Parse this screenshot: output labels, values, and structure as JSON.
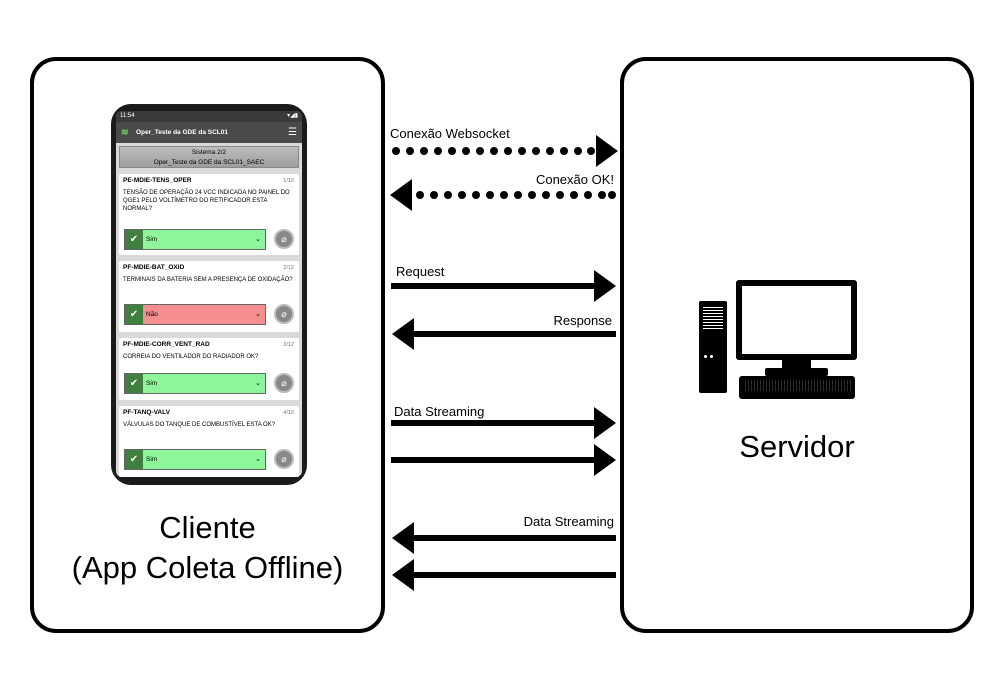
{
  "client": {
    "label_line1": "Cliente",
    "label_line2": "(App Coleta Offline)"
  },
  "server": {
    "label": "Servidor",
    "icon": "desktop-computer-icon"
  },
  "arrows": {
    "websocket": "Conexão Websocket",
    "connection_ok": "Conexão OK!",
    "request": "Request",
    "response": "Response",
    "streaming_to_server": "Data Streaming",
    "streaming_to_client": "Data Streaming"
  },
  "phone": {
    "time": "11:54",
    "app_title": "Oper_Teste da GDE da SCL01",
    "system_line1": "Sistema 2/2",
    "system_line2": "Oper_Teste da GDE da SCL01_SAEC",
    "cards": [
      {
        "code": "PE-MDIE-TENS_OPER",
        "index": "1/12",
        "question": "TENSÃO DE OPERAÇÃO 24 VCC INDICADA NO PAINEL DO QGE1 PELO VOLTÍMETRO DO RETIFICADOR ESTA NORMAL?",
        "answer": "Sim",
        "color": "#8ef59a"
      },
      {
        "code": "PF-MDIE-BAT_OXID",
        "index": "2/12",
        "question": "TERMINAIS DA BATERIA SEM A PRESENÇA DE OXIDAÇÃO?",
        "answer": "Não",
        "color": "#f58e8e"
      },
      {
        "code": "PF-MDIE-CORR_VENT_RAD",
        "index": "3/12",
        "question": "CORREIA DO VENTILADOR DO RADIADOR OK?",
        "answer": "Sim",
        "color": "#8ef59a"
      },
      {
        "code": "PF-TANQ-VALV",
        "index": "4/12",
        "question": "VÁLVULAS DO TANQUE DE COMBUSTÍVEL ESTA OK?",
        "answer": "Sim",
        "color": "#8ef59a"
      }
    ]
  }
}
